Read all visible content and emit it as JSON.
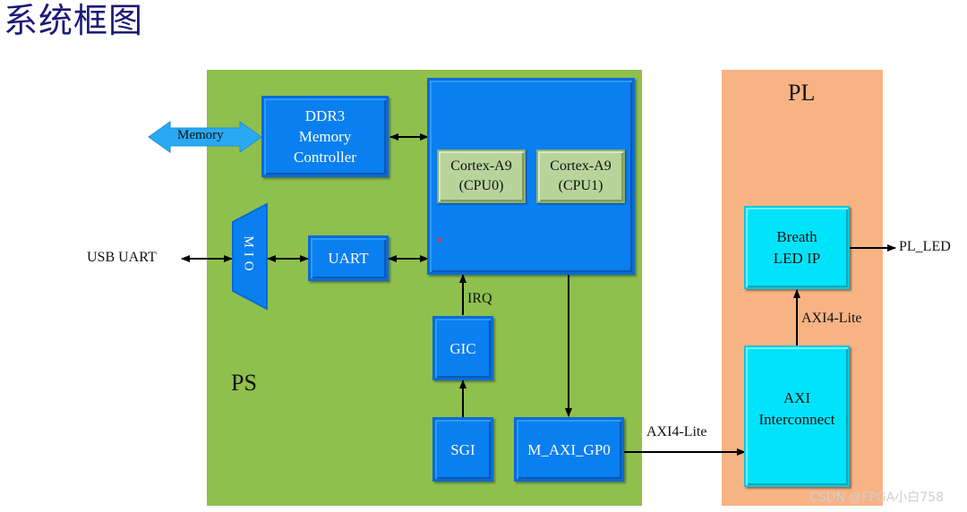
{
  "title": "系统框图",
  "colors": {
    "ps_region": "#8fbf4d",
    "pl_region": "#f8b384",
    "ps_block": "#0a7ff0",
    "cpu_block": "#b8d49b",
    "pl_block": "#00e4fb",
    "memory_arrow": "#29a9f2",
    "title": "#1a1a78"
  },
  "regions": {
    "ps": {
      "label": "PS"
    },
    "pl": {
      "label": "PL"
    }
  },
  "blocks": {
    "ddr3": {
      "line1": "DDR3",
      "line2": "Memory",
      "line3": "Controller"
    },
    "cpu0": {
      "line1": "Cortex-A9",
      "line2": "(CPU0)"
    },
    "cpu1": {
      "line1": "Cortex-A9",
      "line2": "(CPU1)"
    },
    "mio": {
      "label": "MIO"
    },
    "uart": {
      "label": "UART"
    },
    "gic": {
      "label": "GIC"
    },
    "sgi": {
      "label": "SGI"
    },
    "m_axi_gp0": {
      "label": "M_AXI_GP0"
    },
    "breath_led_ip": {
      "line1": "Breath",
      "line2": "LED IP"
    },
    "axi_interconnect": {
      "line1": "AXI",
      "line2": "Interconnect"
    }
  },
  "labels": {
    "memory": "Memory",
    "usb_uart": "USB UART",
    "irq": "IRQ",
    "axi4_lite_link": "AXI4-Lite",
    "axi4_lite_pl": "AXI4-Lite",
    "pl_led": "PL_LED"
  },
  "watermark": "CSDN @FPGA小白758"
}
